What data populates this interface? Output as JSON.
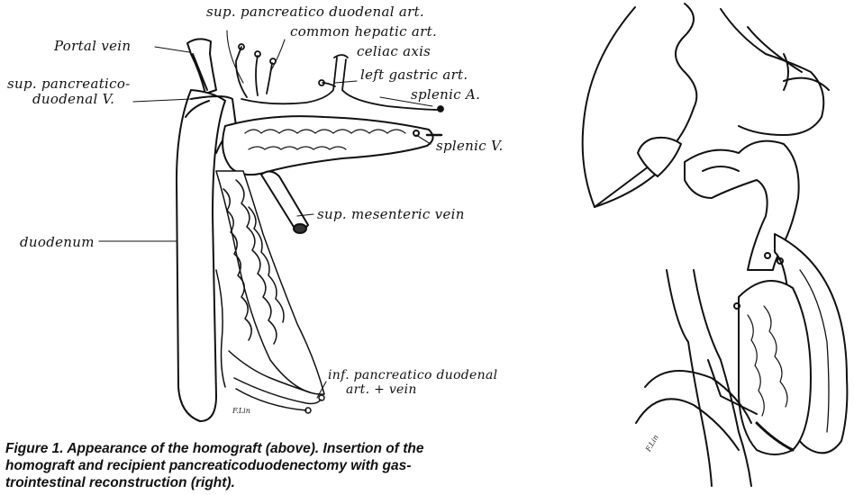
{
  "labels": {
    "sup_pancreatico_duodenal_art": "sup. pancreatico duodenal art.",
    "common_hepatic_art": "common hepatic art.",
    "celiac_axis": "celiac axis",
    "left_gastric_art": "left gastric art.",
    "splenic_a": "splenic A.",
    "splenic_v": "splenic V.",
    "portal_vein": "Portal vein",
    "sup_pancreatico_duodenal_v_line1": "sup. pancreatico-",
    "sup_pancreatico_duodenal_v_line2": "duodenal V.",
    "sup_mesenteric_vein": "sup. mesenteric vein",
    "duodenum": "duodenum",
    "inf_pancreatico_duodenal_line1": "inf. pancreatico duodenal",
    "inf_pancreatico_duodenal_line2": "art. + vein"
  },
  "caption": {
    "line1": "Figure 1. Appearance of the homograft (above). Insertion of the",
    "line2": "homograft and recipient pancreaticoduodenectomy with gas-",
    "line3": "trointestinal reconstruction (right)."
  },
  "signatures": {
    "left": "F.Lin",
    "right": "F.Lin"
  }
}
